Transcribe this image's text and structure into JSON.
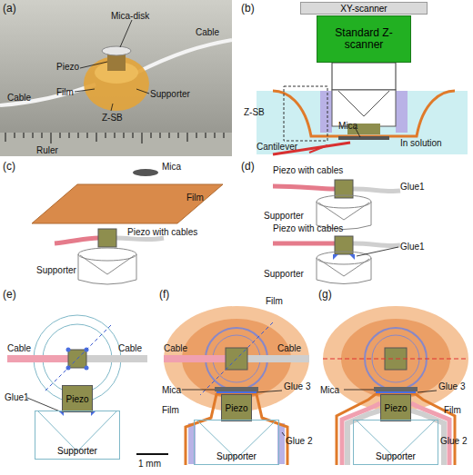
{
  "diagram": {
    "nodes": [
      {
        "text": [
          "XY-scanner"
        ]
      },
      {
        "text": [
          "Standard Z-scanner"
        ]
      },
      {
        "text": [
          "Piezo"
        ]
      },
      {
        "text": [
          "Supporter"
        ]
      },
      {
        "text": [
          "Piezo"
        ]
      },
      {
        "text": [
          "Supporter"
        ]
      },
      {
        "text": [
          "Piezo"
        ]
      },
      {
        "text": [
          "Supporter"
        ]
      }
    ],
    "labels": [
      "(a)",
      "Mica-disk",
      "Cable",
      "Piezo",
      "Film",
      "Supporter",
      "Cable",
      "Z-SB",
      "Ruler",
      "(b)",
      "Z-SB",
      "Mica",
      "Cantilever",
      "In solution",
      "(c)",
      "Mica",
      "Film",
      "Piezo with cables",
      "Supporter",
      "(d)",
      "Piezo with cables",
      "Glue1",
      "Supporter",
      "Piezo with cables",
      "Glue1",
      "Supporter",
      "(e)",
      "Cable",
      "Cable",
      "Glue1",
      "(f)",
      "Film",
      "Cable",
      "Cable",
      "Mica",
      "Glue 3",
      "Film",
      "Glue 2",
      "1 mm",
      "(g)",
      "Mica",
      "Glue 3",
      "Film",
      "Glue 2"
    ]
  }
}
